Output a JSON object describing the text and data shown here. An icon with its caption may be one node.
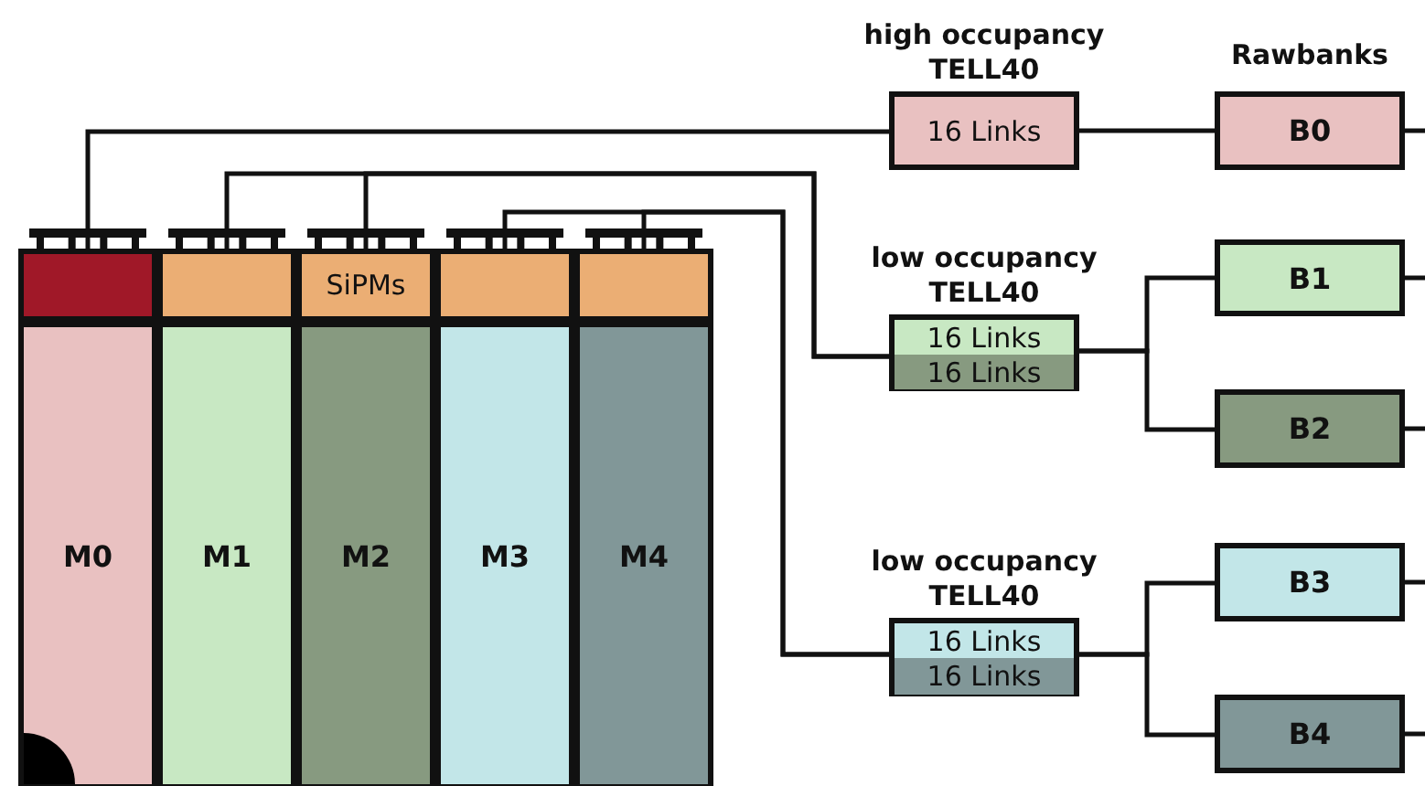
{
  "diagram": {
    "nodes": [
      {
        "text": [],
        "shape": "box"
      },
      {
        "text": [],
        "shape": "box"
      },
      {
        "text": [
          "SiPMs"
        ]
      },
      {
        "text": [],
        "shape": "box"
      },
      {
        "text": [],
        "shape": "box"
      },
      {
        "text": [
          "M0"
        ]
      },
      {
        "text": [
          "M1"
        ]
      },
      {
        "text": [
          "M2"
        ]
      },
      {
        "text": [
          "M3"
        ]
      },
      {
        "text": [
          "M4"
        ]
      },
      {
        "text": [
          "high occupancy TELL40",
          "16 Links"
        ]
      },
      {
        "text": [
          "low occupancy TELL40"
        ]
      },
      {
        "text": [
          "16 Links"
        ],
        "in": 11
      },
      {
        "text": [
          "16 Links"
        ],
        "in": 11
      },
      {
        "text": [
          "low occupancy TELL40"
        ]
      },
      {
        "text": [
          "16 Links"
        ],
        "in": 14
      },
      {
        "text": [
          "16 Links"
        ],
        "in": 14
      },
      {
        "text": [
          "B0"
        ]
      },
      {
        "text": [
          "B1"
        ]
      },
      {
        "text": [
          "B2"
        ]
      },
      {
        "text": [
          "B3"
        ]
      },
      {
        "text": [
          "B4"
        ]
      }
    ],
    "edges": [
      {
        "from": 0,
        "to": 10,
        "arrow": "none"
      },
      {
        "from": 1,
        "to": 11,
        "arrow": "none"
      },
      {
        "from": 2,
        "to": 11,
        "arrow": "none"
      },
      {
        "from": 3,
        "to": 14,
        "arrow": "none"
      },
      {
        "from": 4,
        "to": 14,
        "arrow": "none"
      },
      {
        "from": 10,
        "to": 17,
        "arrow": "none"
      },
      {
        "from": 11,
        "to": 18,
        "arrow": "none"
      },
      {
        "from": 11,
        "to": 19,
        "arrow": "none"
      },
      {
        "from": 14,
        "to": 20,
        "arrow": "none"
      },
      {
        "from": 14,
        "to": 21,
        "arrow": "none"
      },
      {
        "from": 17,
        "to": null,
        "arrow": "none"
      },
      {
        "from": 18,
        "to": null,
        "arrow": "none"
      },
      {
        "from": 19,
        "to": null,
        "arrow": "none"
      },
      {
        "from": 20,
        "to": null,
        "arrow": "none"
      },
      {
        "from": 21,
        "to": null,
        "arrow": "none"
      }
    ],
    "labels": [
      "Rawbanks"
    ]
  }
}
